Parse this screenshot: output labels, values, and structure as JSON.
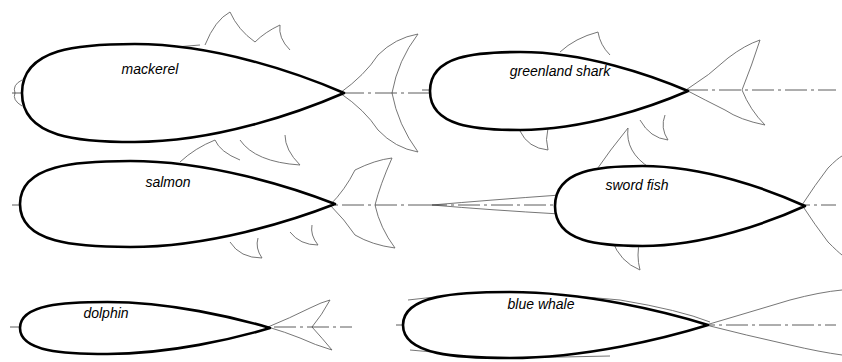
{
  "diagram": {
    "nodes": [
      {
        "text": [
          "mackerel"
        ]
      },
      {
        "text": [
          "greenland shark"
        ]
      },
      {
        "text": [
          "salmon"
        ]
      },
      {
        "text": [
          "sword fish"
        ]
      },
      {
        "text": [
          "dolphin"
        ]
      },
      {
        "text": [
          "blue whale"
        ]
      }
    ]
  }
}
